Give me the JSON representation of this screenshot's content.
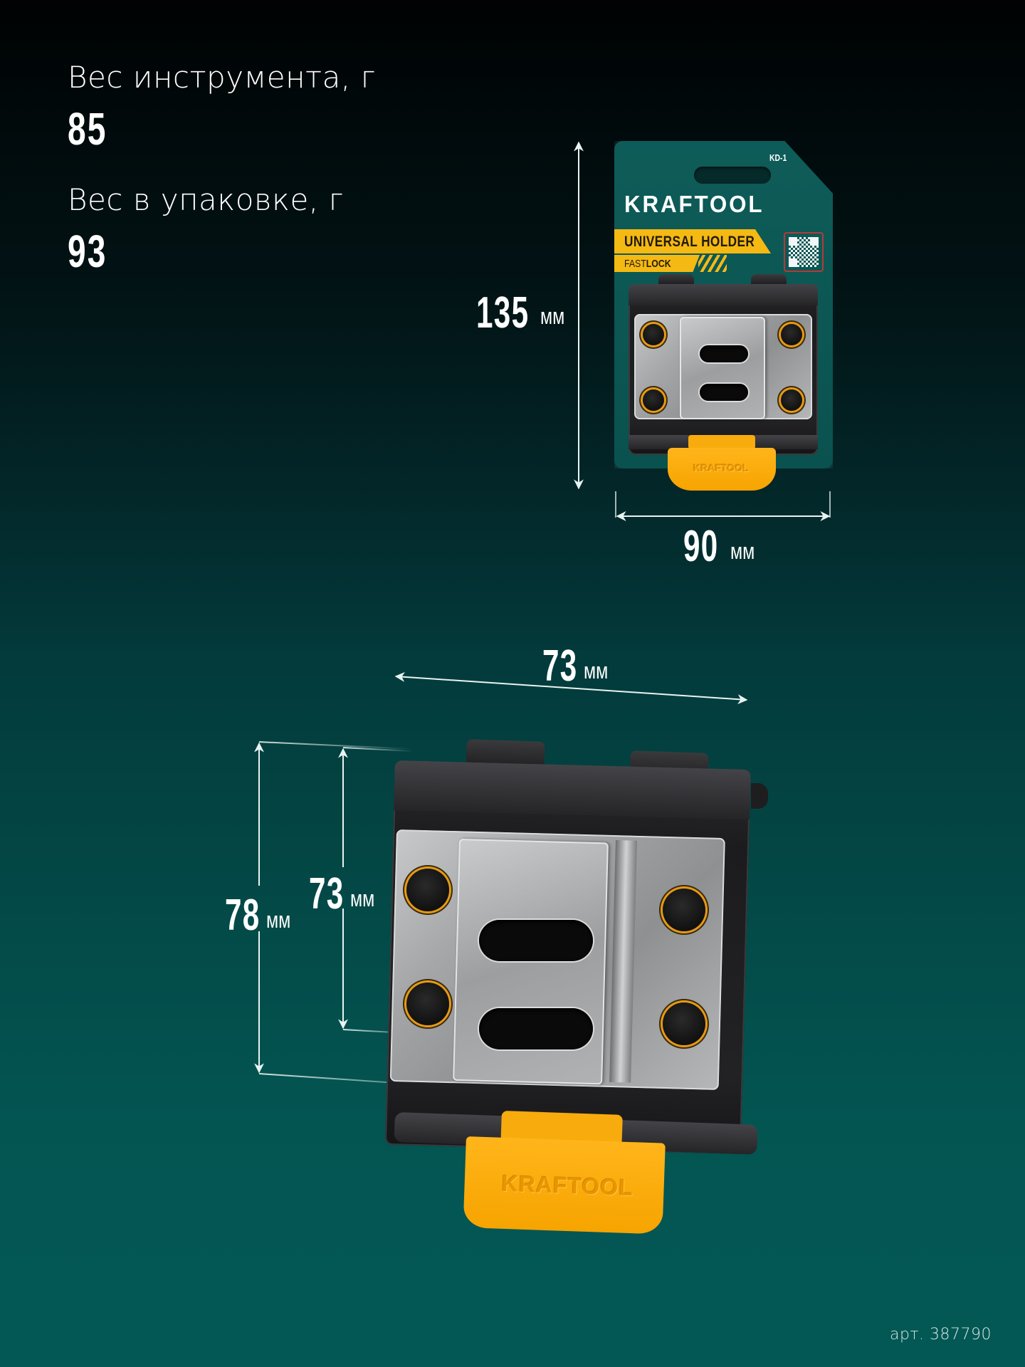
{
  "specs": [
    {
      "label": "Вес инструмента, г",
      "value": "85"
    },
    {
      "label": "Вес в упаковке, г",
      "value": "93"
    }
  ],
  "package": {
    "model": "KD-1",
    "brand": "KRAFTOOL",
    "product_name": "UNIVERSAL HOLDER",
    "series_light": "FAST",
    "series_bold": "LOCK",
    "qr_icon": "qr-code-icon",
    "latch_logo": "KRAFTOOL",
    "dimensions": {
      "height": {
        "value": "135",
        "unit": "мм"
      },
      "width": {
        "value": "90",
        "unit": "мм"
      }
    }
  },
  "product": {
    "latch_logo": "KRAFTOOL",
    "dimensions": {
      "width": {
        "value": "73",
        "unit": "мм"
      },
      "height_total": {
        "value": "78",
        "unit": "мм"
      },
      "height_body": {
        "value": "73",
        "unit": "мм"
      }
    }
  },
  "article": "арт. 387790",
  "colors": {
    "background_top": "#000203",
    "background_bottom": "#035855",
    "card": "#0e5c59",
    "accent_yellow": "#f5b914",
    "latch_orange": "#f6a400",
    "magnet_ring": "#e89a12"
  }
}
